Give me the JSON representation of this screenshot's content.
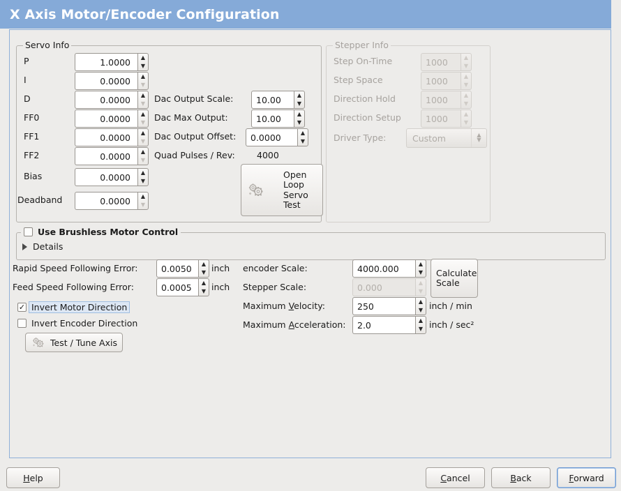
{
  "window": {
    "title": "X Axis Motor/Encoder Configuration",
    "title_bg": "#85aad8",
    "title_fg": "#ffffff",
    "panel_border": "#8fb0d8",
    "background": "#edecea"
  },
  "servo_info": {
    "legend": "Servo Info",
    "enabled": true,
    "pid_rows": [
      {
        "label": "P",
        "value": "1.0000",
        "up_enabled": true,
        "down_enabled": true
      },
      {
        "label": "I",
        "value": "0.0000",
        "up_enabled": true,
        "down_enabled": false
      },
      {
        "label": "D",
        "value": "0.0000",
        "up_enabled": true,
        "down_enabled": false
      },
      {
        "label": "FF0",
        "value": "0.0000",
        "up_enabled": true,
        "down_enabled": false
      },
      {
        "label": "FF1",
        "value": "0.0000",
        "up_enabled": true,
        "down_enabled": false
      },
      {
        "label": "FF2",
        "value": "0.0000",
        "up_enabled": true,
        "down_enabled": false
      },
      {
        "label": "Bias",
        "value": "0.0000",
        "up_enabled": true,
        "down_enabled": true
      },
      {
        "label": "Deadband",
        "value": "0.0000",
        "up_enabled": true,
        "down_enabled": false
      }
    ],
    "dac_output_scale": {
      "label": "Dac Output Scale:",
      "value": "10.00"
    },
    "dac_max_output": {
      "label": "Dac Max Output:",
      "value": "10.00"
    },
    "dac_output_offset": {
      "label": "Dac Output Offset:",
      "value": "0.0000"
    },
    "quad_pulses_rev": {
      "label": "Quad Pulses / Rev:",
      "value": "4000"
    },
    "open_loop_button": {
      "lines": [
        "Open",
        "Loop",
        "Servo",
        "Test"
      ],
      "icon": "gears-icon"
    }
  },
  "stepper_info": {
    "legend": "Stepper Info",
    "enabled": false,
    "rows": [
      {
        "label": "Step On-Time",
        "value": "1000"
      },
      {
        "label": "Step Space",
        "value": "1000"
      },
      {
        "label": "Direction Hold",
        "value": "1000"
      },
      {
        "label": "Direction Setup",
        "value": "1000"
      }
    ],
    "driver_type": {
      "label": "Driver Type:",
      "value": "Custom"
    }
  },
  "brushless": {
    "checkbox_label": "Use Brushless Motor Control",
    "checked": false,
    "details_label": "Details",
    "details_expanded": false
  },
  "following_error": {
    "rapid": {
      "label": "Rapid Speed Following Error:",
      "value": "0.0050",
      "unit": "inch"
    },
    "feed": {
      "label": "Feed Speed Following Error:",
      "value": "0.0005",
      "unit": "inch"
    }
  },
  "direction": {
    "invert_motor": {
      "label": "Invert Motor Direction",
      "checked": true,
      "focused": true
    },
    "invert_encoder": {
      "label": "Invert Encoder Direction",
      "checked": false,
      "focused": false
    }
  },
  "test_tune_button": {
    "label": "Test / Tune Axis",
    "icon": "gears-icon"
  },
  "scales": {
    "encoder_scale": {
      "label": "encoder Scale:",
      "value": "4000.000",
      "enabled": true
    },
    "stepper_scale": {
      "label": "Stepper Scale:",
      "value": "0.000",
      "enabled": false
    },
    "calculate_button": {
      "lines": [
        "Calculate",
        "Scale"
      ]
    },
    "maximum_velocity": {
      "label_pre": "Maximum ",
      "label_mn": "V",
      "label_post": "elocity:",
      "value": "250",
      "unit": "inch / min"
    },
    "maximum_acceleration": {
      "label_pre": "Maximum ",
      "label_mn": "A",
      "label_post": "cceleration:",
      "value": "2.0",
      "unit": "inch / sec²"
    }
  },
  "footer": {
    "help": {
      "pre": "",
      "mn": "H",
      "post": "elp"
    },
    "cancel": {
      "pre": "",
      "mn": "C",
      "post": "ancel"
    },
    "back": {
      "pre": "",
      "mn": "B",
      "post": "ack"
    },
    "forward": {
      "pre": "",
      "mn": "F",
      "post": "orward",
      "focused": true
    }
  }
}
